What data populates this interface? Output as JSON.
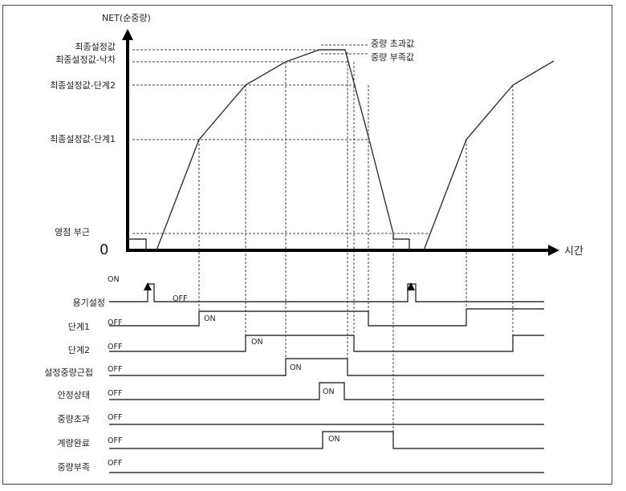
{
  "diagram": {
    "y_axis_label": "NET(순중량)",
    "x_axis_label": "시간",
    "origin_label": "0",
    "levels": {
      "final_setpoint": "최종설정값",
      "final_minus_fall": "최종설정값-낙차",
      "final_minus_stage2": "최종설정값-단계2",
      "final_minus_stage1": "최종설정값-단계1",
      "near_zero": "영점 부근"
    },
    "right_labels": {
      "over_value": "중량 초과값",
      "under_value": "중량 부족값"
    },
    "signals": [
      {
        "name": "용기설정",
        "state_on": "ON",
        "state_off": "OFF"
      },
      {
        "name": "단계1",
        "state_off": "OFF",
        "state_on": "ON"
      },
      {
        "name": "단계2",
        "state_off": "OFF",
        "state_on": "ON"
      },
      {
        "name": "설정중량근접",
        "state_off": "OFF",
        "state_on": "ON"
      },
      {
        "name": "안정상태",
        "state_off": "OFF",
        "state_on": "ON"
      },
      {
        "name": "중량초과",
        "state_off": "OFF"
      },
      {
        "name": "계량완료",
        "state_off": "OFF",
        "state_on": "ON"
      },
      {
        "name": "중량부족",
        "state_off": "OFF"
      }
    ]
  }
}
